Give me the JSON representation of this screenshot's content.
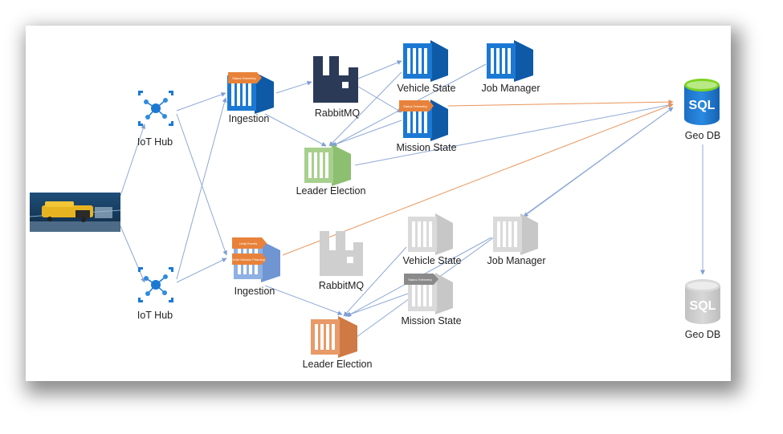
{
  "top_cluster": {
    "iot_hub": "IoT Hub",
    "ingestion": "Ingestion",
    "ingestion_tag": "Status Telemetry",
    "rabbitmq": "RabbitMQ",
    "vehicle_state": "Vehicle State",
    "job_manager": "Job Manager",
    "mission_state": "Mission State",
    "mission_state_tag": "Status Telemetry",
    "leader_election": "Leader Election"
  },
  "bottom_cluster": {
    "iot_hub": "IoT Hub",
    "ingestion": "Ingestion",
    "ingestion_tags": [
      "Unity Events",
      "Order Mission Planning"
    ],
    "rabbitmq": "RabbitMQ",
    "vehicle_state": "Vehicle State",
    "job_manager": "Job Manager",
    "mission_state": "Mission State",
    "mission_state_tag": "Status Telemetry",
    "leader_election": "Leader Election"
  },
  "geo_db_primary": {
    "sql": "SQL",
    "label": "Geo DB"
  },
  "geo_db_secondary": {
    "sql": "SQL",
    "label": "Geo DB"
  },
  "colors": {
    "azure_blue": "#1b79d4",
    "azure_blue_dark": "#0e5aa7",
    "rabbit": "#2b3a57",
    "green": "#7bb661",
    "orange": "#d98a52",
    "gray": "#c9c9c9",
    "arrow_blue": "#8fa9d6",
    "arrow_orange": "#e8945a"
  },
  "icons": {
    "iot": "iot-hub-icon",
    "container": "container-instance-icon",
    "rabbitmq": "rabbitmq-icon",
    "sql": "sql-database-icon",
    "vehicle": "vehicle-photo"
  }
}
